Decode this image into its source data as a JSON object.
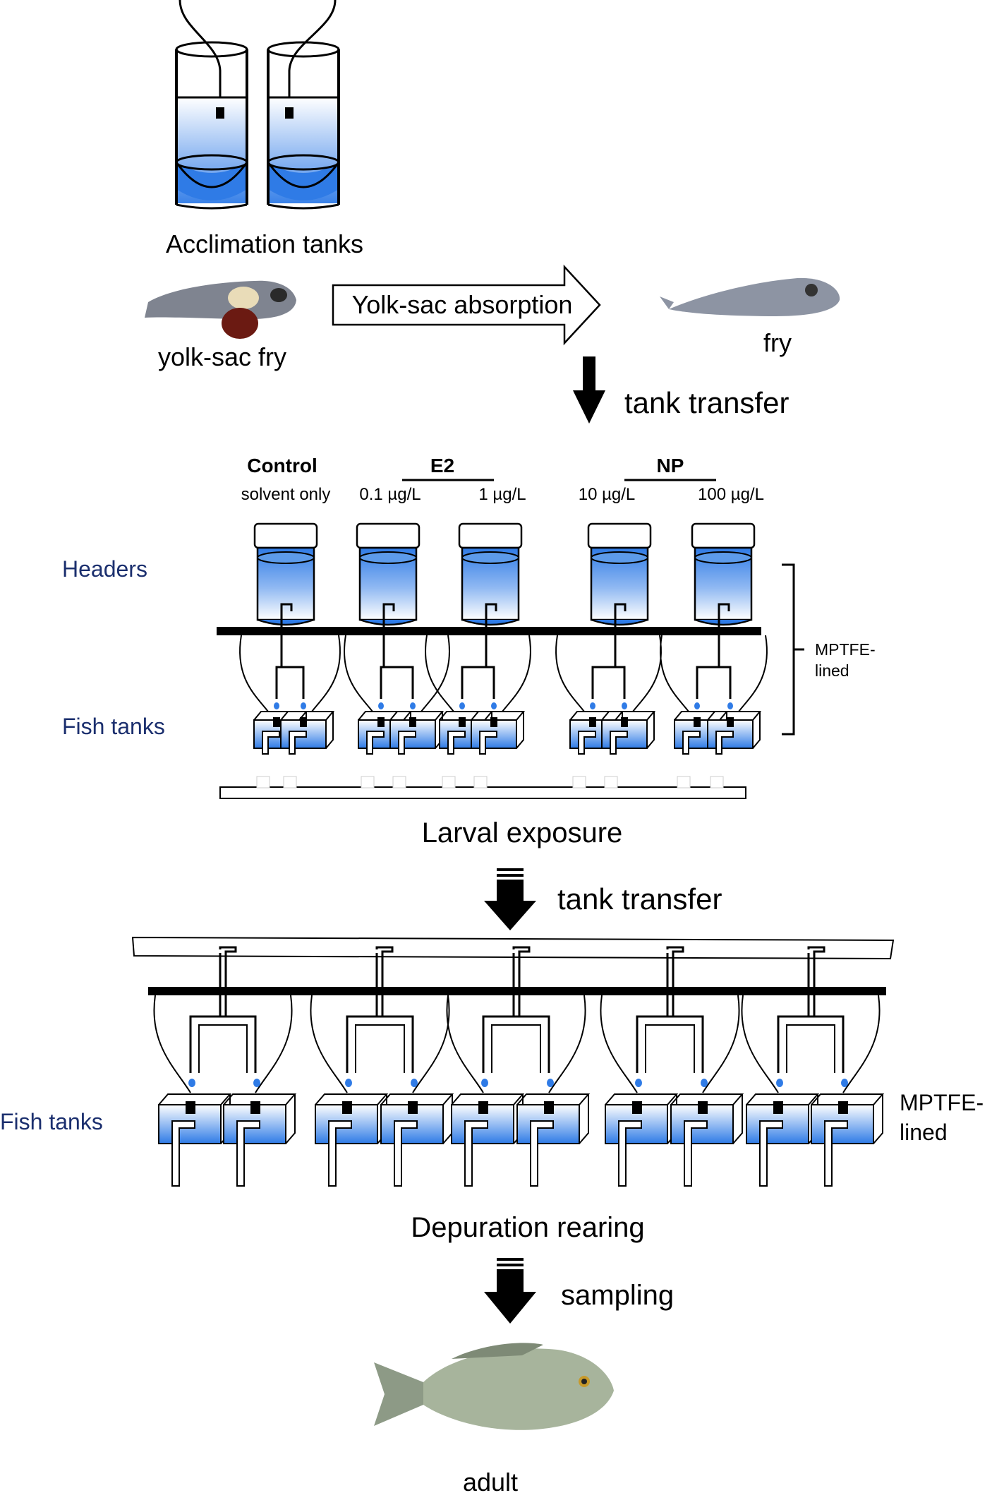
{
  "stage1": {
    "acclimation_label": "Acclimation tanks",
    "yolk_sac_label": "yolk-sac fry",
    "absorption_label": "Yolk-sac absorption",
    "fry_label": "fry",
    "transfer_label": "tank transfer"
  },
  "exposure": {
    "groups": [
      {
        "name": "Control",
        "doses": [
          "solvent  only"
        ]
      },
      {
        "name": "E2",
        "doses": [
          "0.1 µg/L",
          "1 µg/L"
        ]
      },
      {
        "name": "NP",
        "doses": [
          "10 µg/L",
          "100 µg/L"
        ]
      }
    ],
    "headers_label": "Headers",
    "fish_tanks_label": "Fish tanks",
    "lining_label_1": "MPTFE-",
    "lining_label_2": "lined",
    "caption": "Larval exposure",
    "transfer_label": "tank transfer"
  },
  "depuration": {
    "fish_tanks_label": "Fish tanks",
    "lining_label_1": "MPTFE-",
    "lining_label_2": "lined",
    "caption": "Depuration rearing",
    "sampling_label": "sampling",
    "adult_label": "adult"
  },
  "colors": {
    "water_top": "#ffffff",
    "water_bottom": "#2f7be6",
    "navy_label": "#1b2f6e",
    "yolk": "#6b1a12",
    "fish_gray": "#8d94a3"
  }
}
